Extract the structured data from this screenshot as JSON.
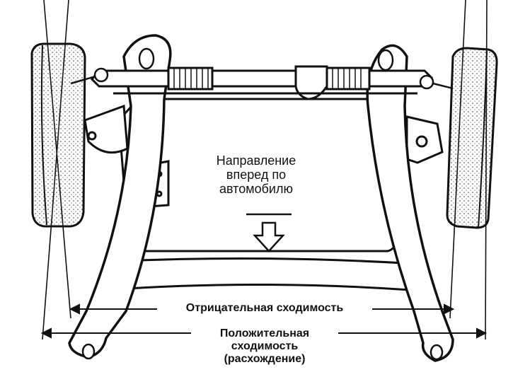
{
  "labels": {
    "direction_line1": "Направление",
    "direction_line2": "вперед по",
    "direction_line3": "автомобилю",
    "negative_toe": "Отрицательная сходимость",
    "positive_toe_line1": "Положительная",
    "positive_toe_line2": "сходимость",
    "positive_toe_line3": "(расхождение)"
  },
  "colors": {
    "ink": "#111111",
    "background": "#ffffff"
  }
}
